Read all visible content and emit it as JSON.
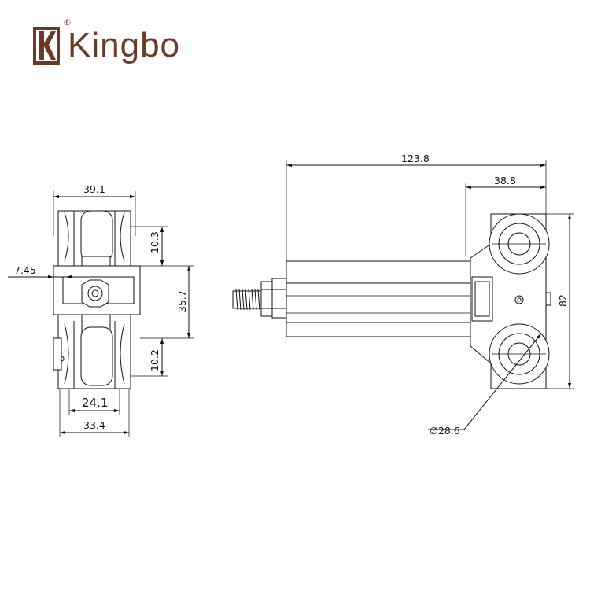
{
  "brand": {
    "name": "Kingbo",
    "registered": "®",
    "color": "#6b3a24"
  },
  "front_view": {
    "width_top": "39.1",
    "upper_gap": "10.3",
    "offset_left": "7.45",
    "center_height": "35.7",
    "lower_gap": "10.2",
    "wheel_width": "24.1",
    "width_bottom": "33.4"
  },
  "side_view": {
    "overall_length": "123.8",
    "bracket_length": "38.8",
    "overall_height": "82",
    "wheel_diameter": "∅28.6"
  }
}
